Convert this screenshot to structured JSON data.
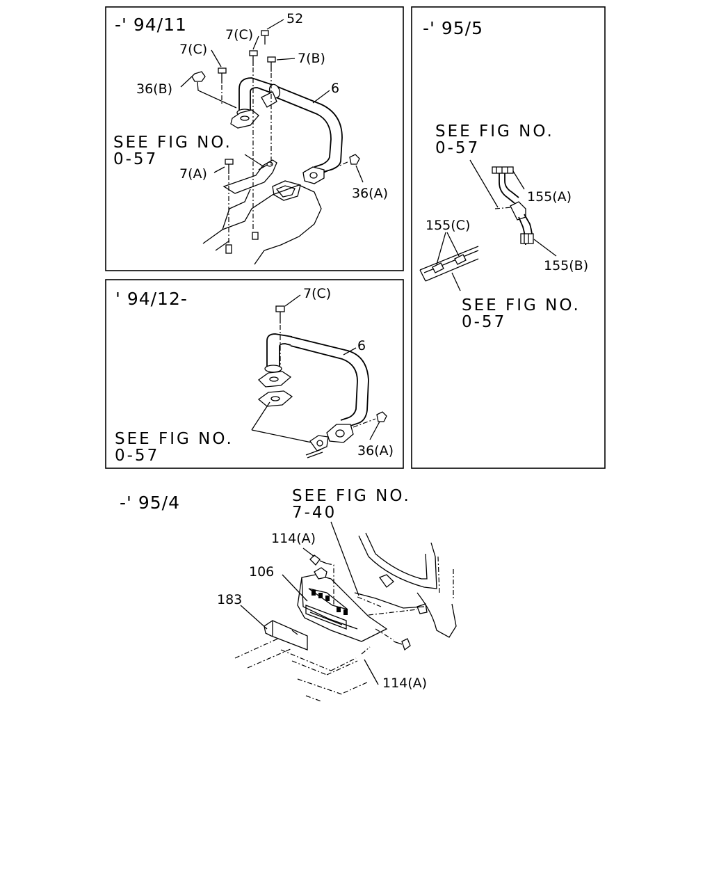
{
  "panels": {
    "top_left": {
      "header": "-' 94/11",
      "callouts": [
        "52",
        "7(C)",
        "7(C)",
        "7(B)",
        "36(B)",
        "6",
        "7(A)",
        "36(A)"
      ],
      "see_fig": [
        "SEE FIG NO.",
        "0-57"
      ]
    },
    "top_right": {
      "header": "-' 95/5",
      "callouts": [
        "155(A)",
        "155(C)",
        "155(B)"
      ],
      "see_fig_upper": [
        "SEE FIG NO.",
        "0-57"
      ],
      "see_fig_lower": [
        "SEE FIG NO.",
        "0-57"
      ]
    },
    "middle_left": {
      "header": "' 94/12-",
      "callouts": [
        "7(C)",
        "6",
        "36(A)"
      ],
      "see_fig": [
        "SEE FIG NO.",
        "0-57"
      ]
    },
    "bottom": {
      "header": "-' 95/4",
      "see_fig": [
        "SEE FIG NO.",
        "7-40"
      ],
      "callouts": [
        "114(A)",
        "106",
        "183",
        "114(A)"
      ]
    }
  }
}
